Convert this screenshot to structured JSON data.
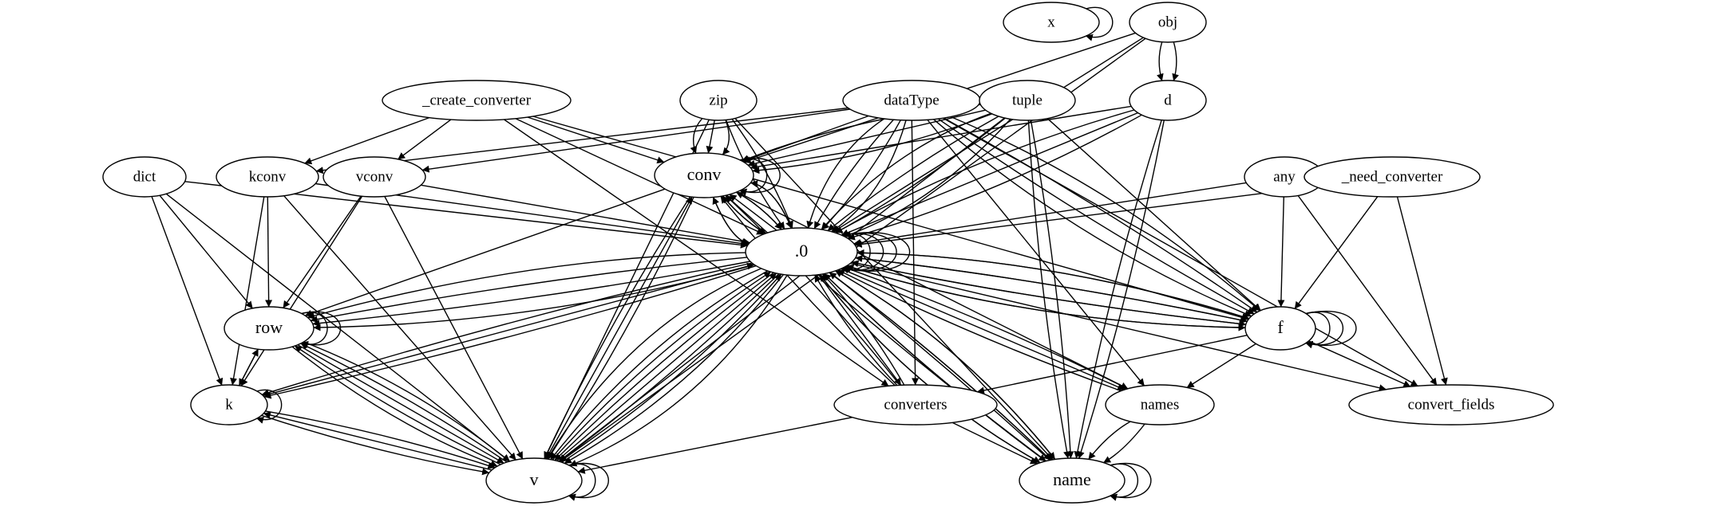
{
  "graph": {
    "nodes": [
      {
        "id": "x",
        "label": "x"
      },
      {
        "id": "obj",
        "label": "obj"
      },
      {
        "id": "create_converter",
        "label": "_create_converter"
      },
      {
        "id": "zip",
        "label": "zip"
      },
      {
        "id": "dataType",
        "label": "dataType"
      },
      {
        "id": "tuple",
        "label": "tuple"
      },
      {
        "id": "d",
        "label": "d"
      },
      {
        "id": "dict",
        "label": "dict"
      },
      {
        "id": "kconv",
        "label": "kconv"
      },
      {
        "id": "vconv",
        "label": "vconv"
      },
      {
        "id": "conv",
        "label": "conv"
      },
      {
        "id": "any",
        "label": "any"
      },
      {
        "id": "need_converter",
        "label": "_need_converter"
      },
      {
        "id": "zero",
        "label": ".0"
      },
      {
        "id": "row",
        "label": "row"
      },
      {
        "id": "f",
        "label": "f"
      },
      {
        "id": "k",
        "label": "k"
      },
      {
        "id": "converters",
        "label": "converters"
      },
      {
        "id": "names",
        "label": "names"
      },
      {
        "id": "convert_fields",
        "label": "convert_fields"
      },
      {
        "id": "v",
        "label": "v"
      },
      {
        "id": "name",
        "label": "name"
      }
    ],
    "edges": [
      [
        "x",
        "x",
        1
      ],
      [
        "obj",
        "d",
        2
      ],
      [
        "obj",
        "conv",
        1
      ],
      [
        "obj",
        "zero",
        1
      ],
      [
        "obj",
        "v",
        1
      ],
      [
        "create_converter",
        "kconv",
        1
      ],
      [
        "create_converter",
        "vconv",
        1
      ],
      [
        "create_converter",
        "conv",
        1
      ],
      [
        "create_converter",
        "zero",
        1
      ],
      [
        "create_converter",
        "converters",
        1
      ],
      [
        "create_converter",
        "f",
        1
      ],
      [
        "zip",
        "conv",
        3
      ],
      [
        "zip",
        "zero",
        2
      ],
      [
        "zip",
        "v",
        1
      ],
      [
        "zip",
        "name",
        1
      ],
      [
        "dataType",
        "kconv",
        1
      ],
      [
        "dataType",
        "vconv",
        1
      ],
      [
        "dataType",
        "conv",
        1
      ],
      [
        "dataType",
        "zero",
        4
      ],
      [
        "dataType",
        "f",
        4
      ],
      [
        "dataType",
        "converters",
        1
      ],
      [
        "dataType",
        "names",
        1
      ],
      [
        "dataType",
        "convert_fields",
        1
      ],
      [
        "tuple",
        "conv",
        3
      ],
      [
        "tuple",
        "zero",
        4
      ],
      [
        "tuple",
        "f",
        1
      ],
      [
        "tuple",
        "v",
        1
      ],
      [
        "tuple",
        "name",
        2
      ],
      [
        "d",
        "conv",
        1
      ],
      [
        "d",
        "zero",
        3
      ],
      [
        "d",
        "name",
        2
      ],
      [
        "dict",
        "zero",
        1
      ],
      [
        "dict",
        "row",
        1
      ],
      [
        "dict",
        "k",
        1
      ],
      [
        "dict",
        "v",
        1
      ],
      [
        "kconv",
        "zero",
        1
      ],
      [
        "kconv",
        "row",
        1
      ],
      [
        "kconv",
        "k",
        1
      ],
      [
        "kconv",
        "v",
        1
      ],
      [
        "vconv",
        "zero",
        1
      ],
      [
        "vconv",
        "row",
        1
      ],
      [
        "vconv",
        "k",
        1
      ],
      [
        "vconv",
        "v",
        1
      ],
      [
        "conv",
        "conv",
        2
      ],
      [
        "conv",
        "zero",
        4
      ],
      [
        "conv",
        "row",
        1
      ],
      [
        "conv",
        "v",
        2
      ],
      [
        "conv",
        "names",
        1
      ],
      [
        "any",
        "zero",
        1
      ],
      [
        "any",
        "f",
        1
      ],
      [
        "any",
        "convert_fields",
        1
      ],
      [
        "need_converter",
        "zero",
        1
      ],
      [
        "need_converter",
        "f",
        1
      ],
      [
        "need_converter",
        "convert_fields",
        1
      ],
      [
        "zero",
        "zero",
        4
      ],
      [
        "zero",
        "conv",
        4
      ],
      [
        "zero",
        "row",
        4
      ],
      [
        "zero",
        "f",
        4
      ],
      [
        "zero",
        "k",
        2
      ],
      [
        "zero",
        "converters",
        1
      ],
      [
        "zero",
        "names",
        1
      ],
      [
        "zero",
        "convert_fields",
        1
      ],
      [
        "zero",
        "v",
        6
      ],
      [
        "zero",
        "name",
        4
      ],
      [
        "row",
        "row",
        2
      ],
      [
        "row",
        "k",
        1
      ],
      [
        "row",
        "v",
        3
      ],
      [
        "f",
        "f",
        3
      ],
      [
        "f",
        "converters",
        1
      ],
      [
        "f",
        "names",
        1
      ],
      [
        "f",
        "convert_fields",
        1
      ],
      [
        "f",
        "zero",
        4
      ],
      [
        "k",
        "k",
        1
      ],
      [
        "k",
        "row",
        1
      ],
      [
        "k",
        "v",
        2
      ],
      [
        "k",
        "zero",
        1
      ],
      [
        "converters",
        "conv",
        2
      ],
      [
        "converters",
        "zero",
        2
      ],
      [
        "converters",
        "v",
        1
      ],
      [
        "converters",
        "name",
        1
      ],
      [
        "names",
        "name",
        2
      ],
      [
        "names",
        "zero",
        2
      ],
      [
        "v",
        "v",
        2
      ],
      [
        "v",
        "row",
        2
      ],
      [
        "v",
        "k",
        1
      ],
      [
        "v",
        "zero",
        3
      ],
      [
        "v",
        "conv",
        1
      ],
      [
        "name",
        "name",
        2
      ],
      [
        "name",
        "zero",
        4
      ],
      [
        "name",
        "conv",
        2
      ]
    ]
  }
}
